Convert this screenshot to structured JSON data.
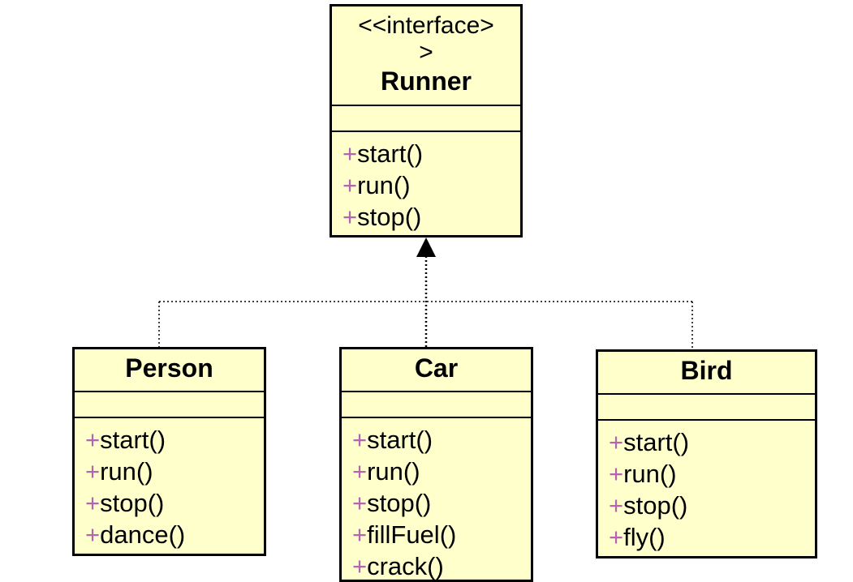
{
  "diagram": {
    "interface": {
      "stereotype": "<<interface>",
      "stereotype_tail": ">",
      "name": "Runner",
      "operations": [
        "start()",
        "run()",
        "stop()"
      ]
    },
    "classes": [
      {
        "name": "Person",
        "operations": [
          "start()",
          "run()",
          "stop()",
          "dance()"
        ]
      },
      {
        "name": "Car",
        "operations": [
          "start()",
          "run()",
          "stop()",
          "fillFuel()",
          "crack()"
        ]
      },
      {
        "name": "Bird",
        "operations": [
          "start()",
          "run()",
          "stop()",
          "fly()"
        ]
      }
    ],
    "visibility_symbol": "+",
    "relationship": "realization",
    "colors": {
      "box_fill": "#ffffcc",
      "border": "#000000",
      "visibility": "#b266b2"
    }
  }
}
